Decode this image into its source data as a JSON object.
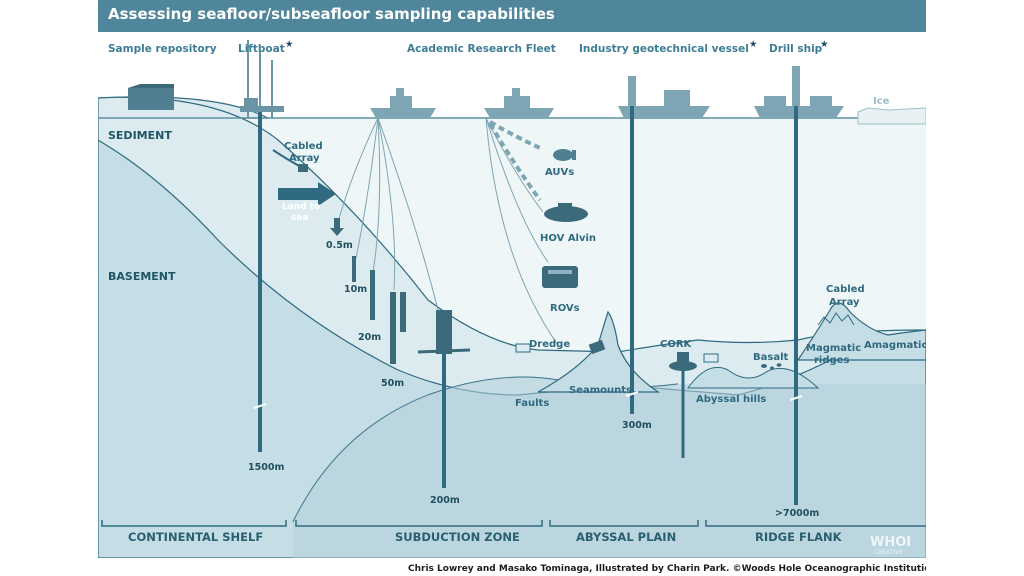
{
  "title": "Assessing seafloor/subseafloor sampling capabilities",
  "platforms": {
    "sample_repository": "Sample repository",
    "liftboat": "Liftboat",
    "academic_fleet": "Academic Research Fleet",
    "industry_vessel": "Industry geotechnical vessel",
    "drill_ship": "Drill ship",
    "star": "★"
  },
  "layers": {
    "sediment": "SEDIMENT",
    "basement": "BASEMENT",
    "ice": "Ice"
  },
  "features": {
    "cabled_array_left_1": "Cabled",
    "cabled_array_left_2": "Array",
    "land_to_sea_1": "Land to",
    "land_to_sea_2": "sea",
    "auvs": "AUVs",
    "hov_alvin": "HOV Alvin",
    "rovs": "ROVs",
    "dredge": "Dredge",
    "seamounts": "Seamounts",
    "faults": "Faults",
    "cork": "CORK",
    "abyssal_hills": "Abyssal hills",
    "basalt": "Basalt",
    "magmatic_1": "Magmatic",
    "magmatic_2": "ridges",
    "amagmatic": "Amagmatic",
    "cabled_array_right_1": "Cabled",
    "cabled_array_right_2": "Array"
  },
  "depths": {
    "d05": "0.5m",
    "d10": "10m",
    "d20": "20m",
    "d50": "50m",
    "d1500": "1500m",
    "d200": "200m",
    "d300": "300m",
    "d7000": ">7000m"
  },
  "zones": {
    "continental_shelf": "CONTINENTAL SHELF",
    "subduction_zone": "SUBDUCTION ZONE",
    "abyssal_plain": "ABYSSAL PLAIN",
    "ridge_flank": "RIDGE FLANK"
  },
  "credit": "Chris Lowrey and Masako Tominaga, Illustrated by Charin Park. ©Woods Hole Oceanographic Institution",
  "logo": {
    "main": "WHOI",
    "sub": "CREATIVE"
  },
  "colors": {
    "title_bar": "#4f869b",
    "water": "#eef6f8",
    "sediment": "#dcebef",
    "basement": "#c5dde5",
    "deep": "#b3d0da",
    "line": "#2f6a80"
  }
}
